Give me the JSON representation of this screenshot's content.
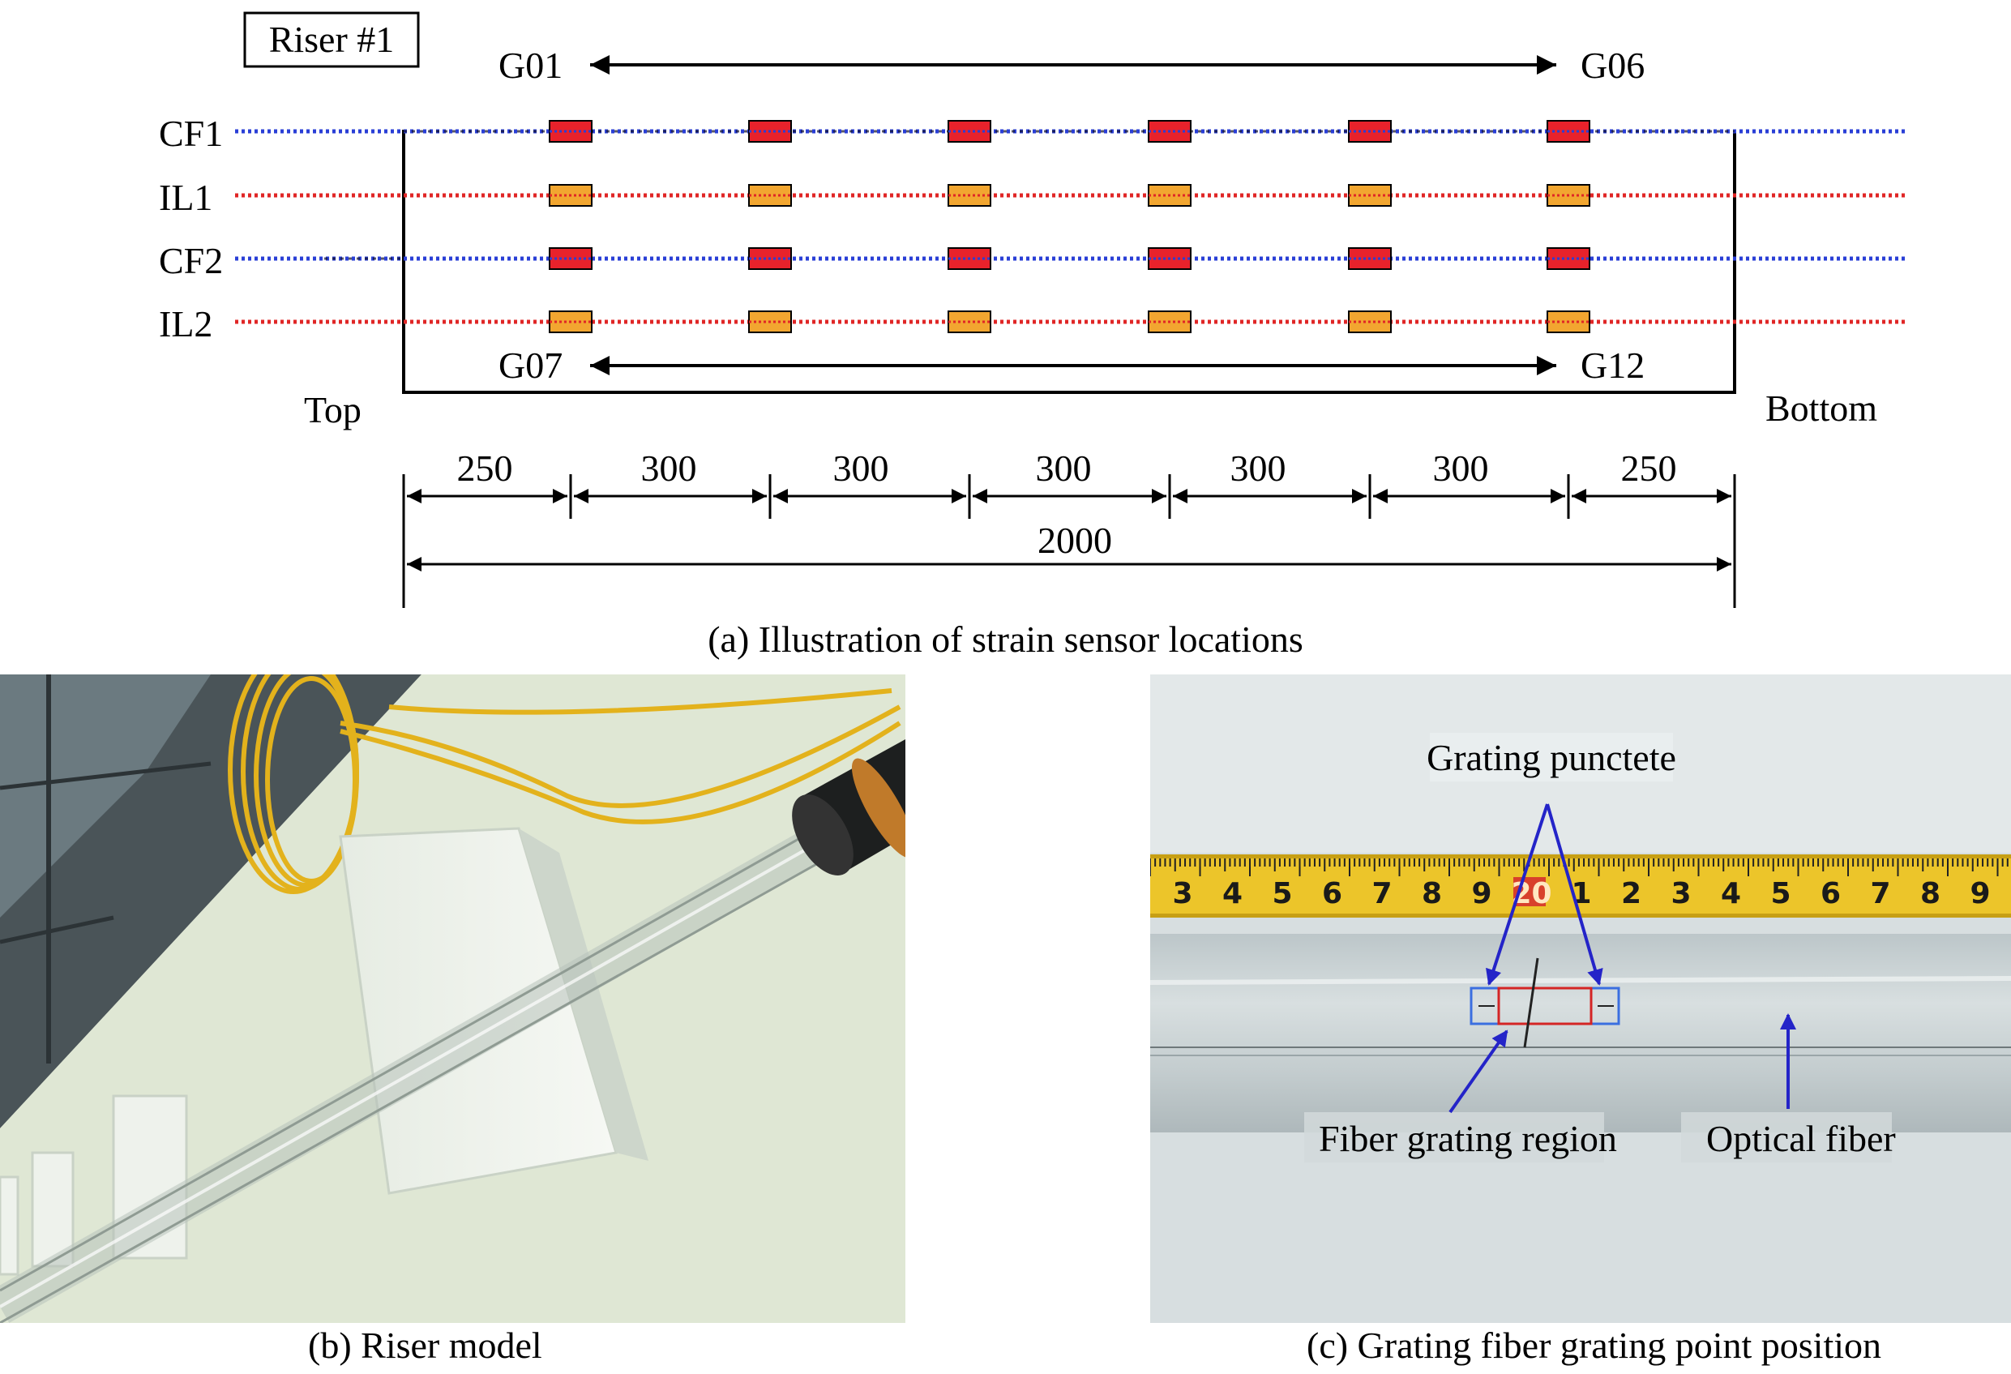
{
  "panel_a": {
    "riser_label": "Riser #1",
    "top_label": "Top",
    "bottom_label": "Bottom",
    "top_group": {
      "start": "G01",
      "end": "G06"
    },
    "bottom_group": {
      "start": "G07",
      "end": "G12"
    },
    "lines": [
      {
        "label": "CF1",
        "color": "#2a3fd6",
        "sensor_color": "#e8222b"
      },
      {
        "label": "IL1",
        "color": "#e02626",
        "sensor_color": "#f2a630"
      },
      {
        "label": "CF2",
        "color": "#2a3fd6",
        "sensor_color": "#e8222b"
      },
      {
        "label": "IL2",
        "color": "#e02626",
        "sensor_color": "#f2a630"
      }
    ],
    "segments": [
      "250",
      "300",
      "300",
      "300",
      "300",
      "300",
      "250"
    ],
    "total": "2000",
    "caption": "(a) Illustration of strain sensor locations"
  },
  "panel_b": {
    "caption": "(b) Riser model"
  },
  "panel_c": {
    "label_punctete": "Grating punctete",
    "label_region": "Fiber grating region",
    "label_fiber": "Optical fiber",
    "ruler_numbers": [
      "3",
      "4",
      "5",
      "6",
      "7",
      "8",
      "9",
      "20",
      "1",
      "2",
      "3",
      "4",
      "5",
      "6",
      "7",
      "8",
      "9"
    ],
    "arrow_color": "#2424c8",
    "caption": "(c) Grating fiber grating point position"
  }
}
